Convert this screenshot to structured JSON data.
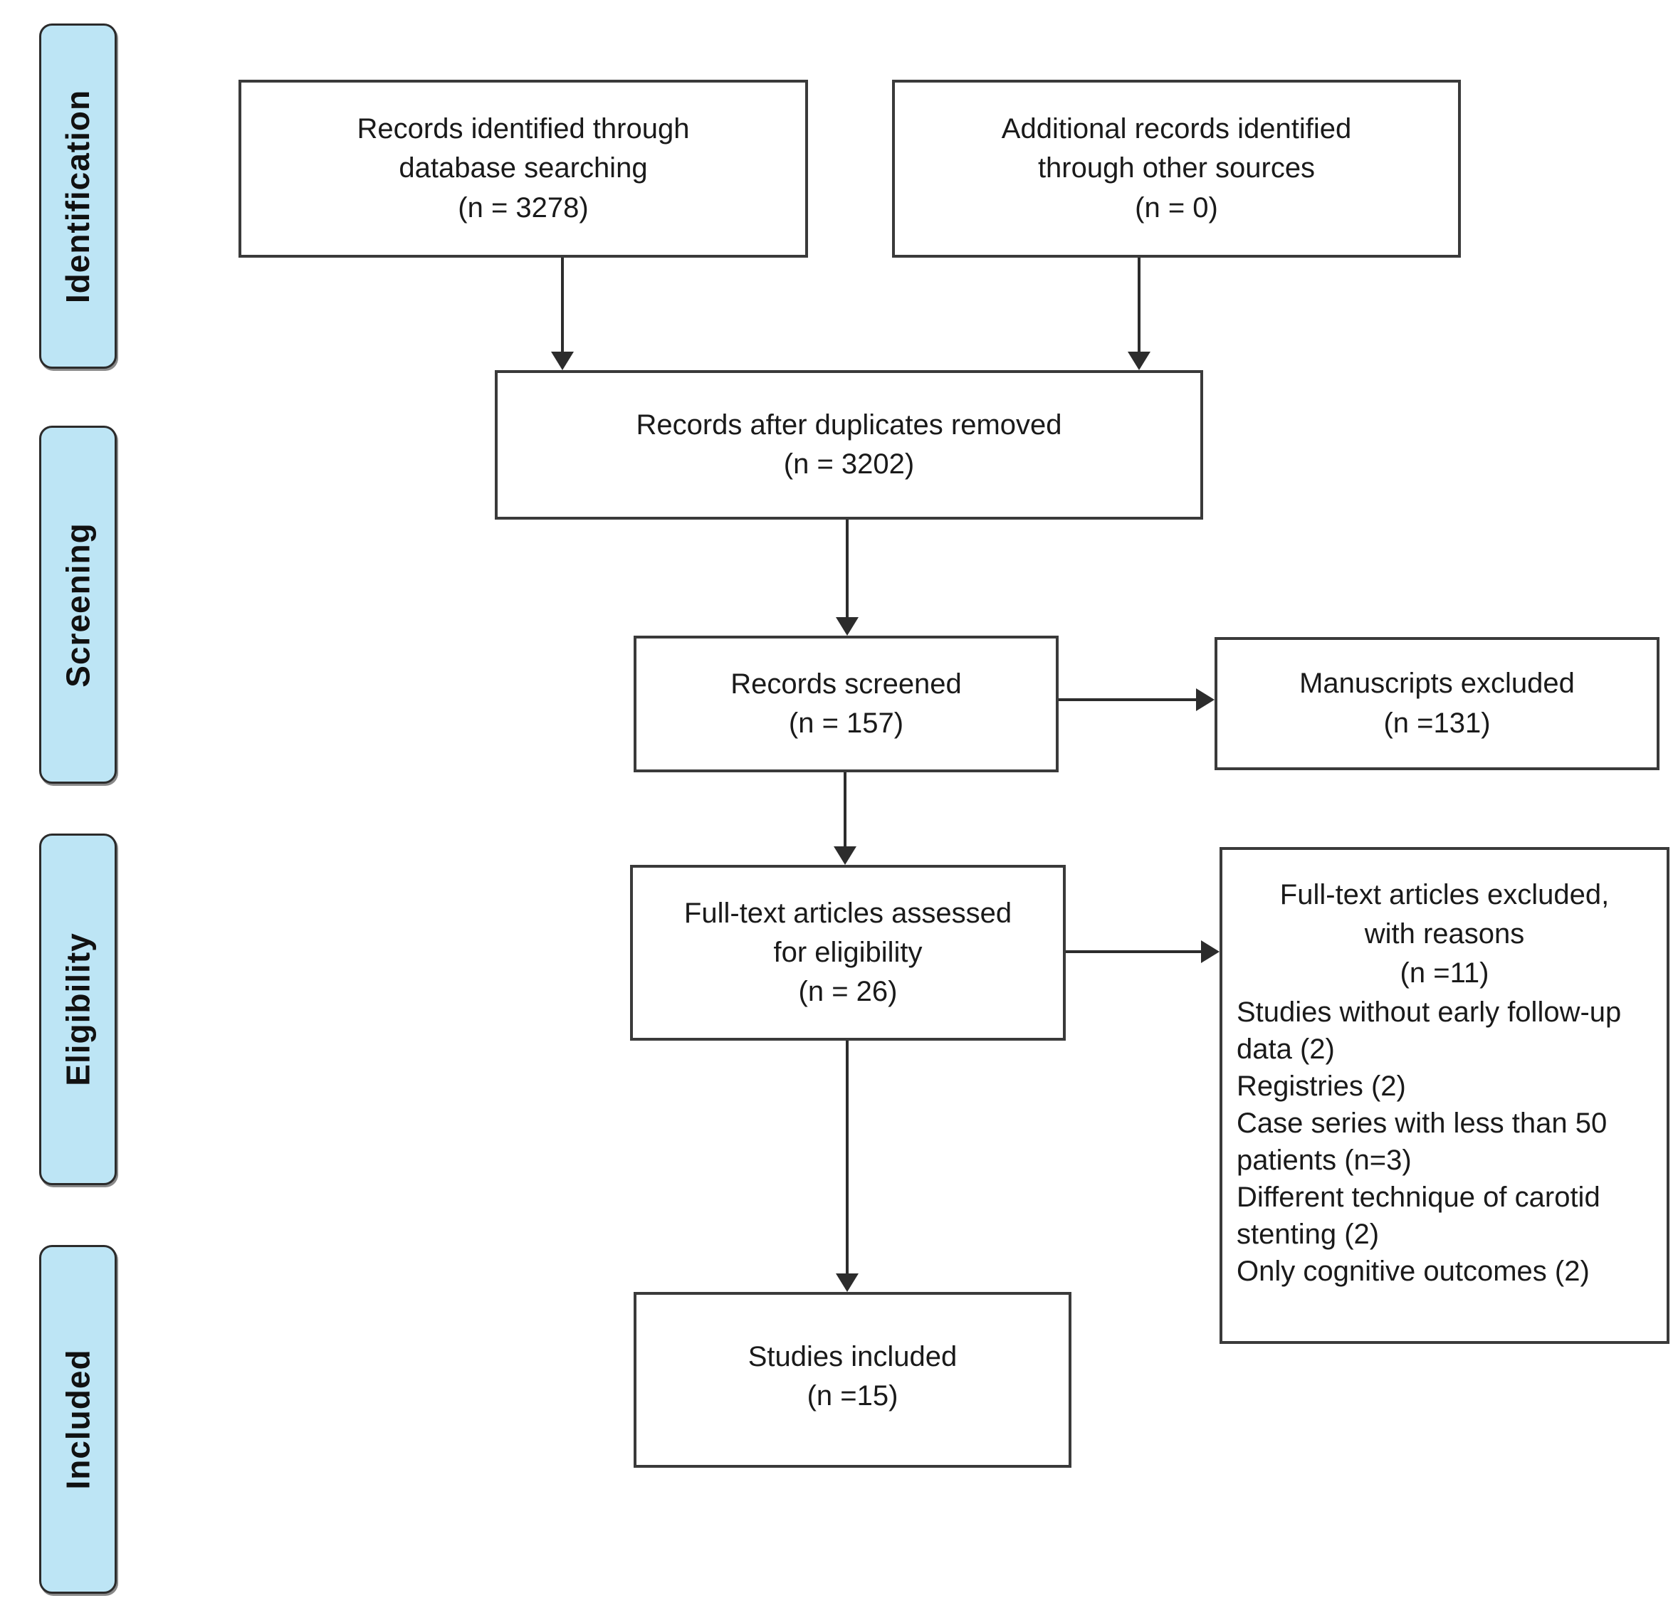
{
  "colors": {
    "stage_fill": "#bde5f5",
    "stage_border": "#2b2b2b",
    "box_border": "#3a3a3a",
    "arrow": "#2c2c2c",
    "text": "#1a1a1a",
    "background": "#ffffff"
  },
  "sidebar": {
    "labels": [
      "Identification",
      "Screening",
      "Eligibility",
      "Included"
    ]
  },
  "boxes": {
    "records_identified": {
      "lines": [
        "Records identified through",
        "database searching",
        "(n = 3278)"
      ]
    },
    "additional_records": {
      "lines": [
        "Additional records identified",
        "through other sources",
        "(n = 0)"
      ]
    },
    "after_duplicates": {
      "lines": [
        "Records after duplicates removed",
        "(n = 3202)"
      ]
    },
    "records_screened": {
      "lines": [
        "Records screened",
        "(n = 157)"
      ]
    },
    "manuscripts_excluded": {
      "lines": [
        "Manuscripts excluded",
        "(n =131)"
      ]
    },
    "fulltext_assessed": {
      "lines": [
        "Full-text articles assessed",
        "for eligibility",
        "(n = 26)"
      ]
    },
    "fulltext_excluded": {
      "header_lines": [
        "Full-text articles excluded,",
        "with reasons",
        "(n =11)"
      ],
      "reasons": [
        "Studies without early follow-up data (2)",
        "Registries (2)",
        "Case series with less than 50 patients (n=3)",
        "Different technique of carotid stenting (2)",
        "Only cognitive outcomes (2)"
      ]
    },
    "studies_included": {
      "lines": [
        "Studies included",
        "(n =15)"
      ]
    }
  }
}
